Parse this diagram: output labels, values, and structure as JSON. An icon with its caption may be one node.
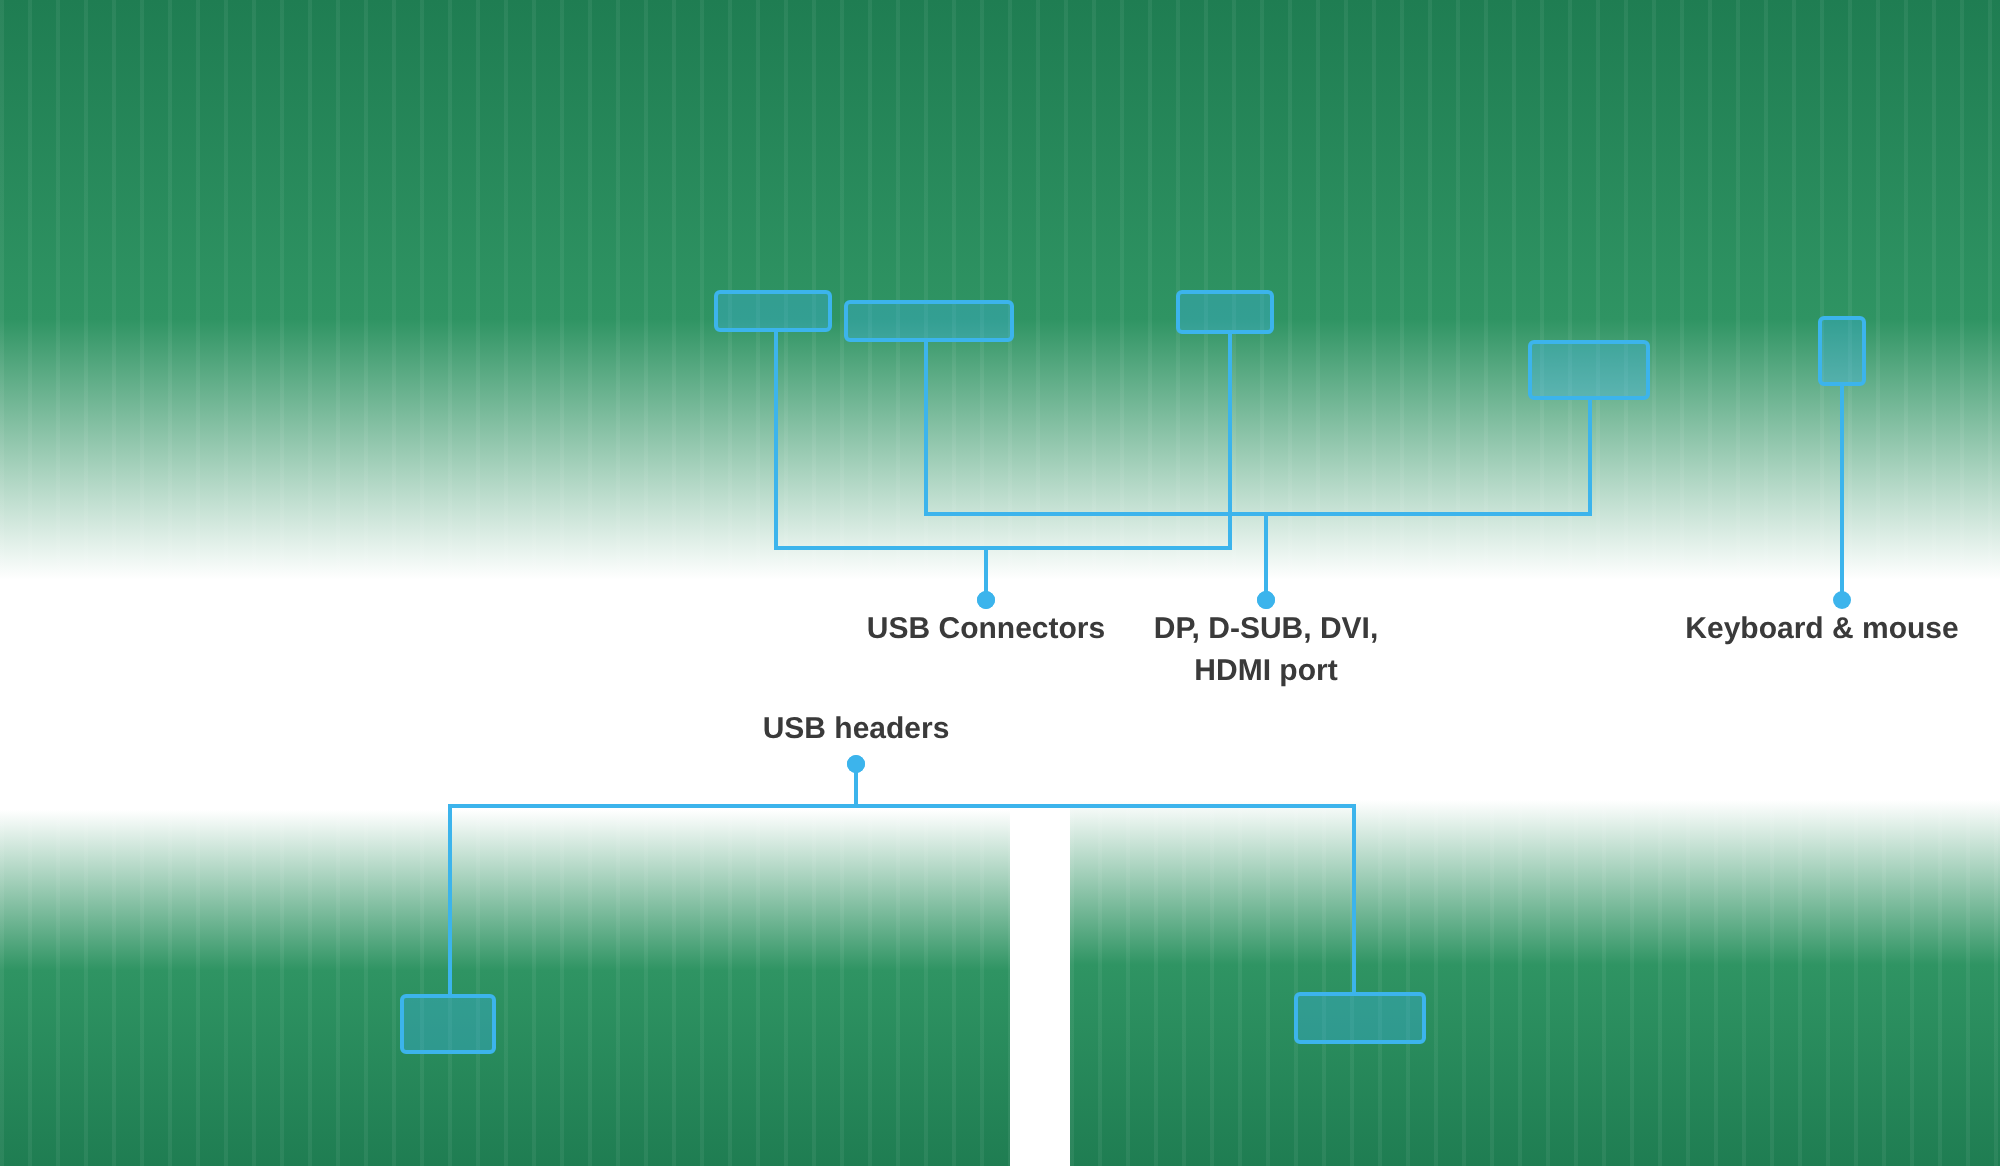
{
  "diagram": {
    "nodes": [
      {
        "text": [
          "USB Connectors"
        ]
      },
      {
        "text": [
          "DP, D-SUB, DVI, HDMI port"
        ]
      },
      {
        "text": [
          "Keyboard & mouse"
        ]
      },
      {
        "text": [
          "USB headers"
        ]
      },
      {
        "text": [],
        "shape": "box"
      },
      {
        "text": [],
        "shape": "box"
      },
      {
        "text": [],
        "shape": "box"
      },
      {
        "text": [],
        "shape": "box"
      },
      {
        "text": [],
        "shape": "box"
      },
      {
        "text": [],
        "shape": "box"
      },
      {
        "text": [],
        "shape": "box"
      }
    ],
    "edges": [
      {
        "from": 0,
        "to": 4,
        "arrow": "other"
      },
      {
        "from": 0,
        "to": 6,
        "arrow": "other"
      },
      {
        "from": 1,
        "to": 5,
        "arrow": "other"
      },
      {
        "from": 1,
        "to": 7,
        "arrow": "other"
      },
      {
        "from": 2,
        "to": 8,
        "arrow": "other"
      },
      {
        "from": 3,
        "to": 9,
        "arrow": "other"
      },
      {
        "from": 3,
        "to": 10,
        "arrow": "other"
      }
    ]
  }
}
